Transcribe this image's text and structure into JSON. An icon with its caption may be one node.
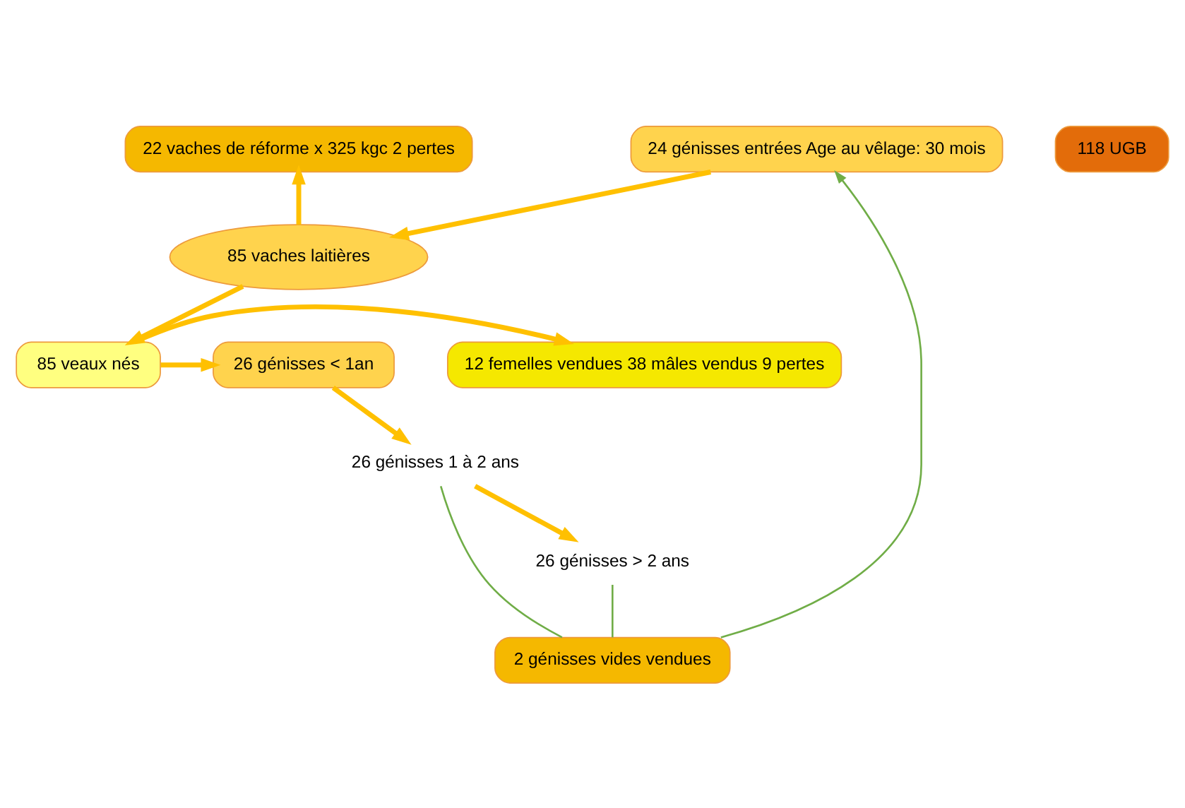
{
  "diagram": {
    "nodes": [
      {
        "text": [
          "22 vaches de réforme x 325 kgc 2 pertes"
        ]
      },
      {
        "text": [
          "24 génisses entrées Age au vêlage: 30 mois"
        ]
      },
      {
        "text": [
          "85 vaches laitières"
        ]
      },
      {
        "text": [
          "12 femelles vendues 38 mâles vendus 9 pertes"
        ]
      },
      {
        "text": [
          "85 veaux nés"
        ]
      },
      {
        "text": [
          "26 génisses < 1an"
        ]
      },
      {
        "text": [
          "2 génisses vides vendues"
        ]
      },
      {
        "text": [
          "26 génisses 1 à 2 ans"
        ]
      },
      {
        "text": [
          "26 génisses > 2 ans"
        ]
      },
      {
        "text": [
          "118 UGB"
        ]
      }
    ],
    "edges": [
      {
        "from": 2,
        "to": 0,
        "arrow": "to"
      },
      {
        "from": 1,
        "to": 2,
        "arrow": "to"
      },
      {
        "from": 2,
        "to": 4,
        "arrow": "to"
      },
      {
        "from": 4,
        "to": 3,
        "arrow": "to"
      },
      {
        "from": 4,
        "to": 5,
        "arrow": "to"
      },
      {
        "from": 5,
        "to": 7,
        "arrow": "to"
      },
      {
        "from": 7,
        "to": 8,
        "arrow": "to"
      },
      {
        "from": 7,
        "to": 6,
        "arrow": "none",
        "color": "#70ad47"
      },
      {
        "from": 8,
        "to": 6,
        "arrow": "none",
        "color": "#70ad47"
      },
      {
        "from": 6,
        "to": 1,
        "arrow": "to",
        "color": "#70ad47"
      }
    ]
  }
}
